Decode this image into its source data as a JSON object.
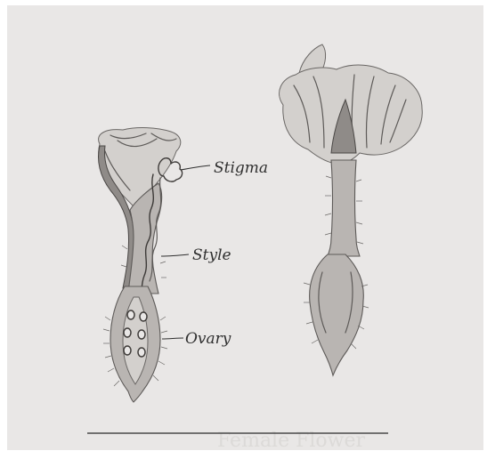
{
  "labels": {
    "stigma": "Stigma",
    "style": "Style",
    "ovary": "Ovary"
  },
  "caption_faint": "Female Flower",
  "colors": {
    "paper": "#e9e7e6",
    "pencil": "#5d5a58",
    "ink": "#2f2f2f"
  }
}
